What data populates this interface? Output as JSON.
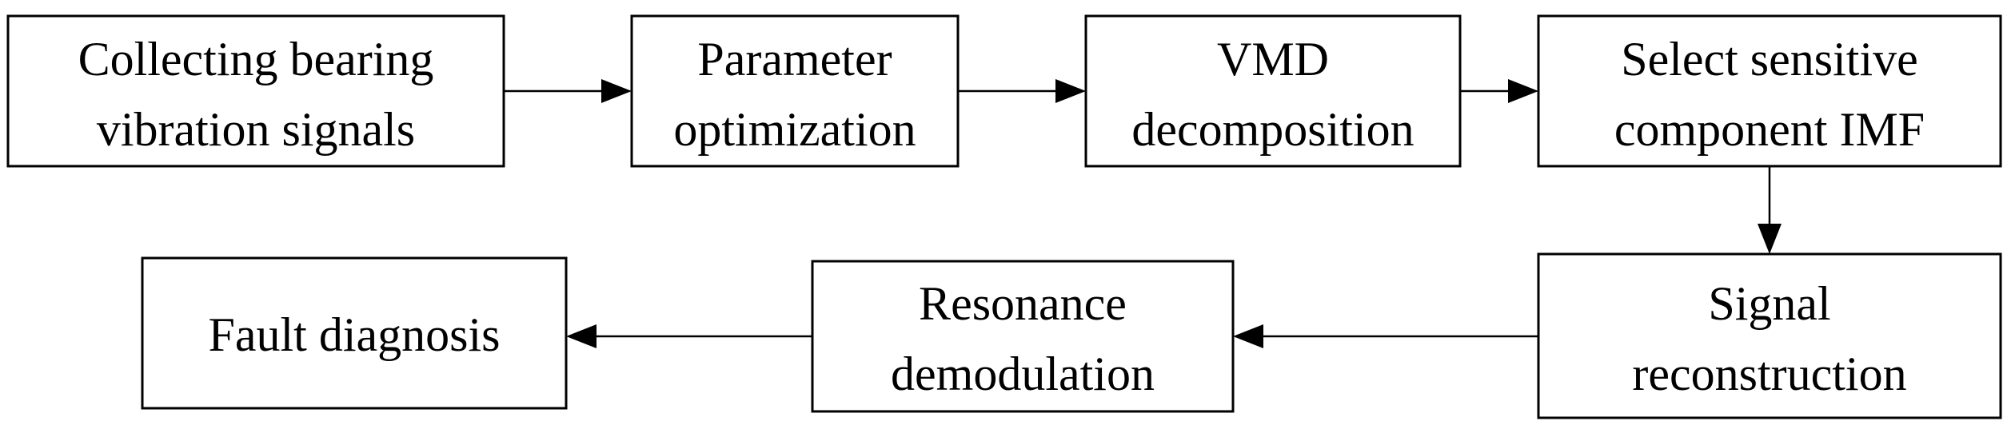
{
  "flowchart": {
    "steps": [
      {
        "id": "collect",
        "lines": [
          "Collecting bearing",
          "vibration signals"
        ]
      },
      {
        "id": "param",
        "lines": [
          "Parameter",
          "optimization"
        ]
      },
      {
        "id": "vmd",
        "lines": [
          "VMD",
          "decomposition"
        ]
      },
      {
        "id": "select",
        "lines": [
          "Select sensitive",
          "component IMF"
        ]
      },
      {
        "id": "recon",
        "lines": [
          "Signal",
          "reconstruction"
        ]
      },
      {
        "id": "resdemod",
        "lines": [
          "Resonance",
          "demodulation"
        ]
      },
      {
        "id": "fault",
        "lines": [
          "Fault diagnosis"
        ]
      }
    ],
    "edges": [
      {
        "from": "collect",
        "to": "param"
      },
      {
        "from": "param",
        "to": "vmd"
      },
      {
        "from": "vmd",
        "to": "select"
      },
      {
        "from": "select",
        "to": "recon"
      },
      {
        "from": "recon",
        "to": "resdemod"
      },
      {
        "from": "resdemod",
        "to": "fault"
      }
    ]
  }
}
